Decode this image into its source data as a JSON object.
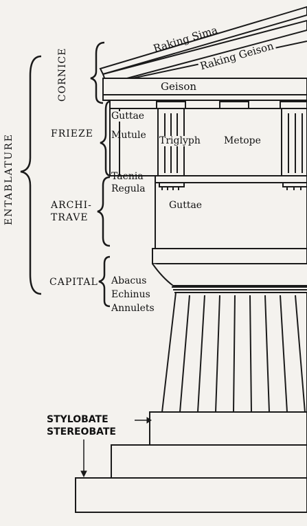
{
  "labels": {
    "raking_sima": "Raking Sima",
    "raking_geison": "Raking Geison",
    "cornice": "CORNICE",
    "geison": "Geison",
    "entablature": "ENTABLATURE",
    "guttae_top": "Guttae",
    "frieze": "FRIEZE",
    "mutule": "Mutule",
    "triglyph": "Triglyph",
    "metope": "Metope",
    "taenia": "Taenia",
    "regula": "Regula",
    "architrave_1": "ARCHI-",
    "architrave_2": "TRAVE",
    "guttae_lower": "Guttae",
    "capital": "CAPITAL",
    "abacus": "Abacus",
    "echinus": "Echinus",
    "annulets": "Annulets",
    "stylobate": "STYLOBATE",
    "stereobate": "STEREOBATE"
  }
}
